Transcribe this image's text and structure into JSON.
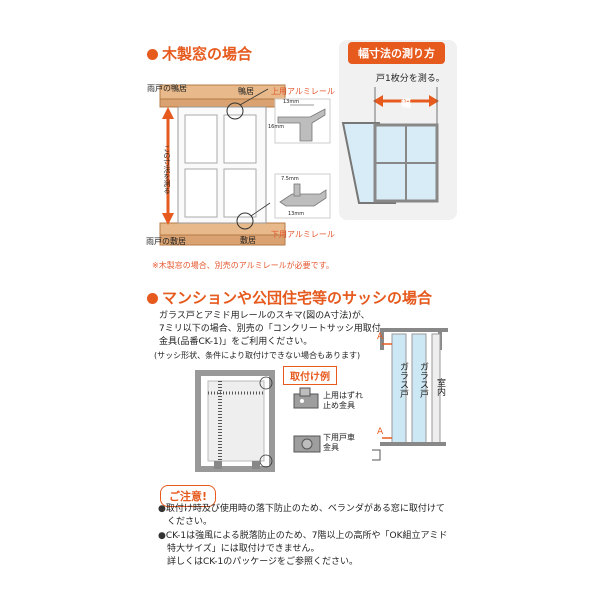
{
  "wood": {
    "title": "木製窓の場合",
    "label_top_rail": "雨戸の鴨居",
    "label_kamoi": "鴨居",
    "label_upper_rail": "上用アルミレール",
    "label_bottom_rail_left": "雨戸の敷居",
    "label_shikii": "敷居",
    "label_lower_rail": "下用アルミレール",
    "dim_13mm_top": "13mm",
    "dim_16mm": "16mm",
    "dim_75mm": "7.5mm",
    "dim_13mm_bottom": "13mm",
    "vertical_label": "この寸法を測る",
    "note": "※木製窓の場合、別売のアルミレールが必要です。"
  },
  "measure": {
    "title": "幅寸法の測り方",
    "text": "戸1枚分を測る。",
    "width_label": "幅"
  },
  "mansion": {
    "title": "マンションや公団住宅等のサッシの場合",
    "p1": "ガラス戸とアミド用レールのスキマ(図のA寸法)が、",
    "p2": "7ミリ以下の場合、別売の「コンクリートサッシ用取付",
    "p3": "金具(品番CK-1)」をご利用ください。",
    "p4": "(サッシ形状、条件により取付けできない場合もあります)",
    "example_tag": "取付け例",
    "part_upper_1": "上用はずれ",
    "part_upper_2": "止め金具",
    "part_lower_1": "下用戸車",
    "part_lower_2": "金具",
    "glass_door": "ガラス戸",
    "room": "室内",
    "marker_a": "A"
  },
  "caution": {
    "title": "ご注意!",
    "b1_1": "取付け時及び使用時の落下防止のため、ベランダがある窓に取付けて",
    "b1_2": "ください。",
    "b2_1": "CK-1は強風による脱落防止のため、7階以上の高所や「OK組立アミド",
    "b2_2": "特大サイズ」には取付けできません。",
    "b2_3": "詳しくはCK-1のパッケージをご参照ください。"
  },
  "colors": {
    "accent": "#e65a1e",
    "wood": "#e8b98a",
    "glass": "#d7ecf6",
    "frame_gray": "#b9b9b9"
  }
}
